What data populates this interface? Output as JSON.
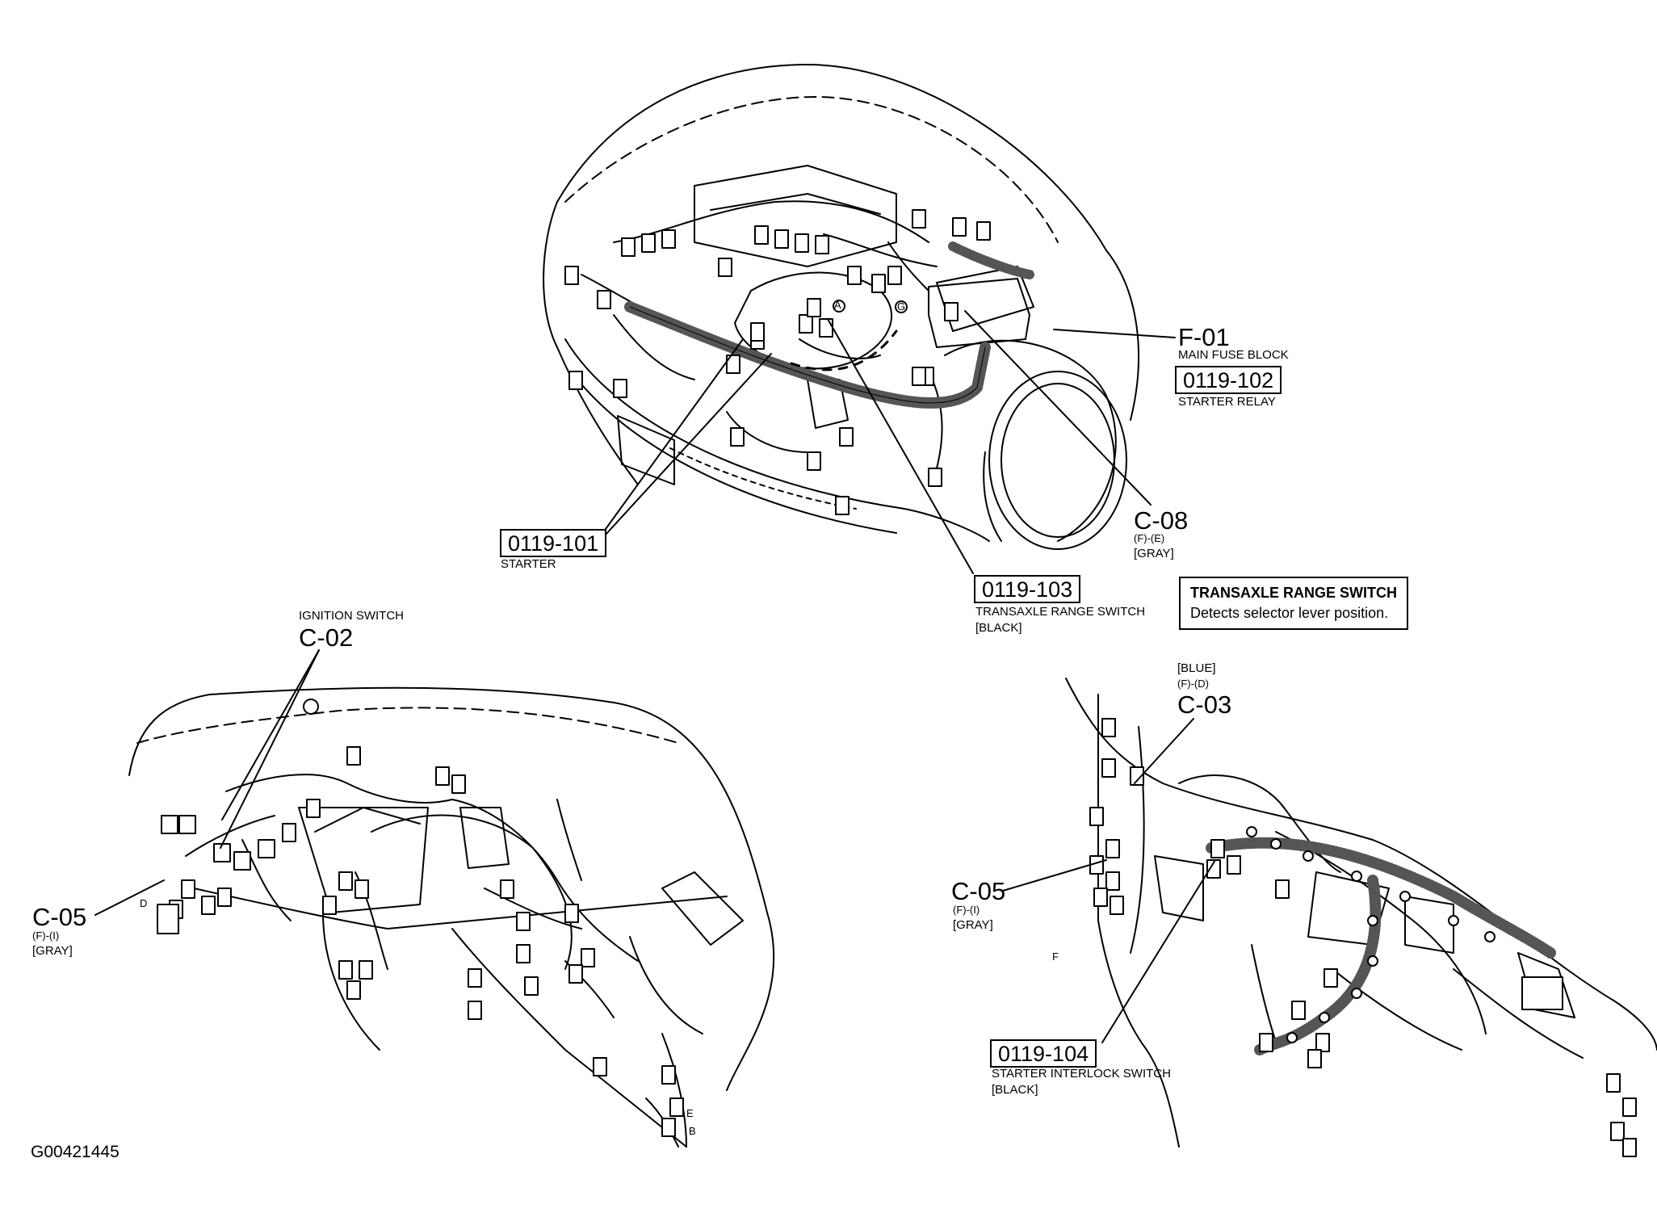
{
  "diagram": {
    "figure_id": "G00421445",
    "labels": {
      "f01": {
        "code": "F-01",
        "name": "MAIN FUSE BLOCK"
      },
      "r102": {
        "ref": "0119-102",
        "name": "STARTER RELAY"
      },
      "c08": {
        "code": "C-08",
        "loc": "(F)-(E)",
        "color": "[GRAY]"
      },
      "r101": {
        "ref": "0119-101",
        "name": "STARTER"
      },
      "r103": {
        "ref": "0119-103",
        "name": "TRANSAXLE RANGE SWITCH",
        "color": "[BLACK]"
      },
      "c02": {
        "code": "C-02",
        "name": "IGNITION SWITCH"
      },
      "c05_left": {
        "code": "C-05",
        "loc": "(F)-(I)",
        "color": "[GRAY]"
      },
      "c03": {
        "code": "C-03",
        "loc": "(F)-(D)",
        "color": "[BLUE]"
      },
      "c05_right": {
        "code": "C-05",
        "loc": "(F)-(I)",
        "color": "[GRAY]"
      },
      "r104": {
        "ref": "0119-104",
        "name": "STARTER INTERLOCK SWITCH",
        "color": "[BLACK]"
      }
    },
    "callout": {
      "title": "TRANSAXLE RANGE SWITCH",
      "text": "Detects selector lever position."
    },
    "markers": {
      "a": "A",
      "g": "G",
      "d": "D",
      "e": "E",
      "b": "B",
      "f": "F"
    }
  }
}
